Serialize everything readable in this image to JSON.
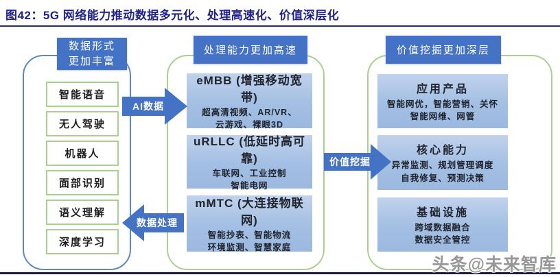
{
  "title": "图42：5G 网络能力推动数据多元化、处理高速化、价值深层化",
  "watermark": "头条@未来智库",
  "colors": {
    "accent_blue": "#4472c4",
    "light_box_blue": "#a9c3e5",
    "green_border": "#a9d18e",
    "left_border_blue": "#5b87c9",
    "title_navy": "#22228e"
  },
  "left_column": {
    "header_line1": "数据形式",
    "header_line2": "更加丰富",
    "items": [
      "智能语音",
      "无人驾驶",
      "机器人",
      "面部识别",
      "语义理解",
      "深度学习"
    ]
  },
  "middle_column": {
    "header": "处理能力更加高速",
    "boxes": [
      {
        "title": "eMBB (增强移动宽带)",
        "line1": "超高清视频、AR/VR、",
        "line2": "云游戏、裸眼3D"
      },
      {
        "title": "uRLLC (低延时高可靠)",
        "line1": "车联网、工业控制",
        "line2": "智能电网"
      },
      {
        "title": "mMTC (大连接物联网)",
        "line1": "智能抄表、智能物流",
        "line2": "环境监测、智慧家庭"
      }
    ]
  },
  "right_column": {
    "header": "价值挖掘更加深层",
    "boxes": [
      {
        "title": "应用产品",
        "line1": "智能网优，智能营销、关怀",
        "line2": "智能网维、网管"
      },
      {
        "title": "核心能力",
        "line1": "异常监测、规划管理调度",
        "line2": "自我修复、预测决策"
      },
      {
        "title": "基础设施",
        "line1": "跨域数据融合",
        "line2": "数据安全管控"
      }
    ]
  },
  "arrows": {
    "ai_data": "AI数据",
    "data_processing": "数据处理",
    "value_mining": "价值挖掘"
  }
}
